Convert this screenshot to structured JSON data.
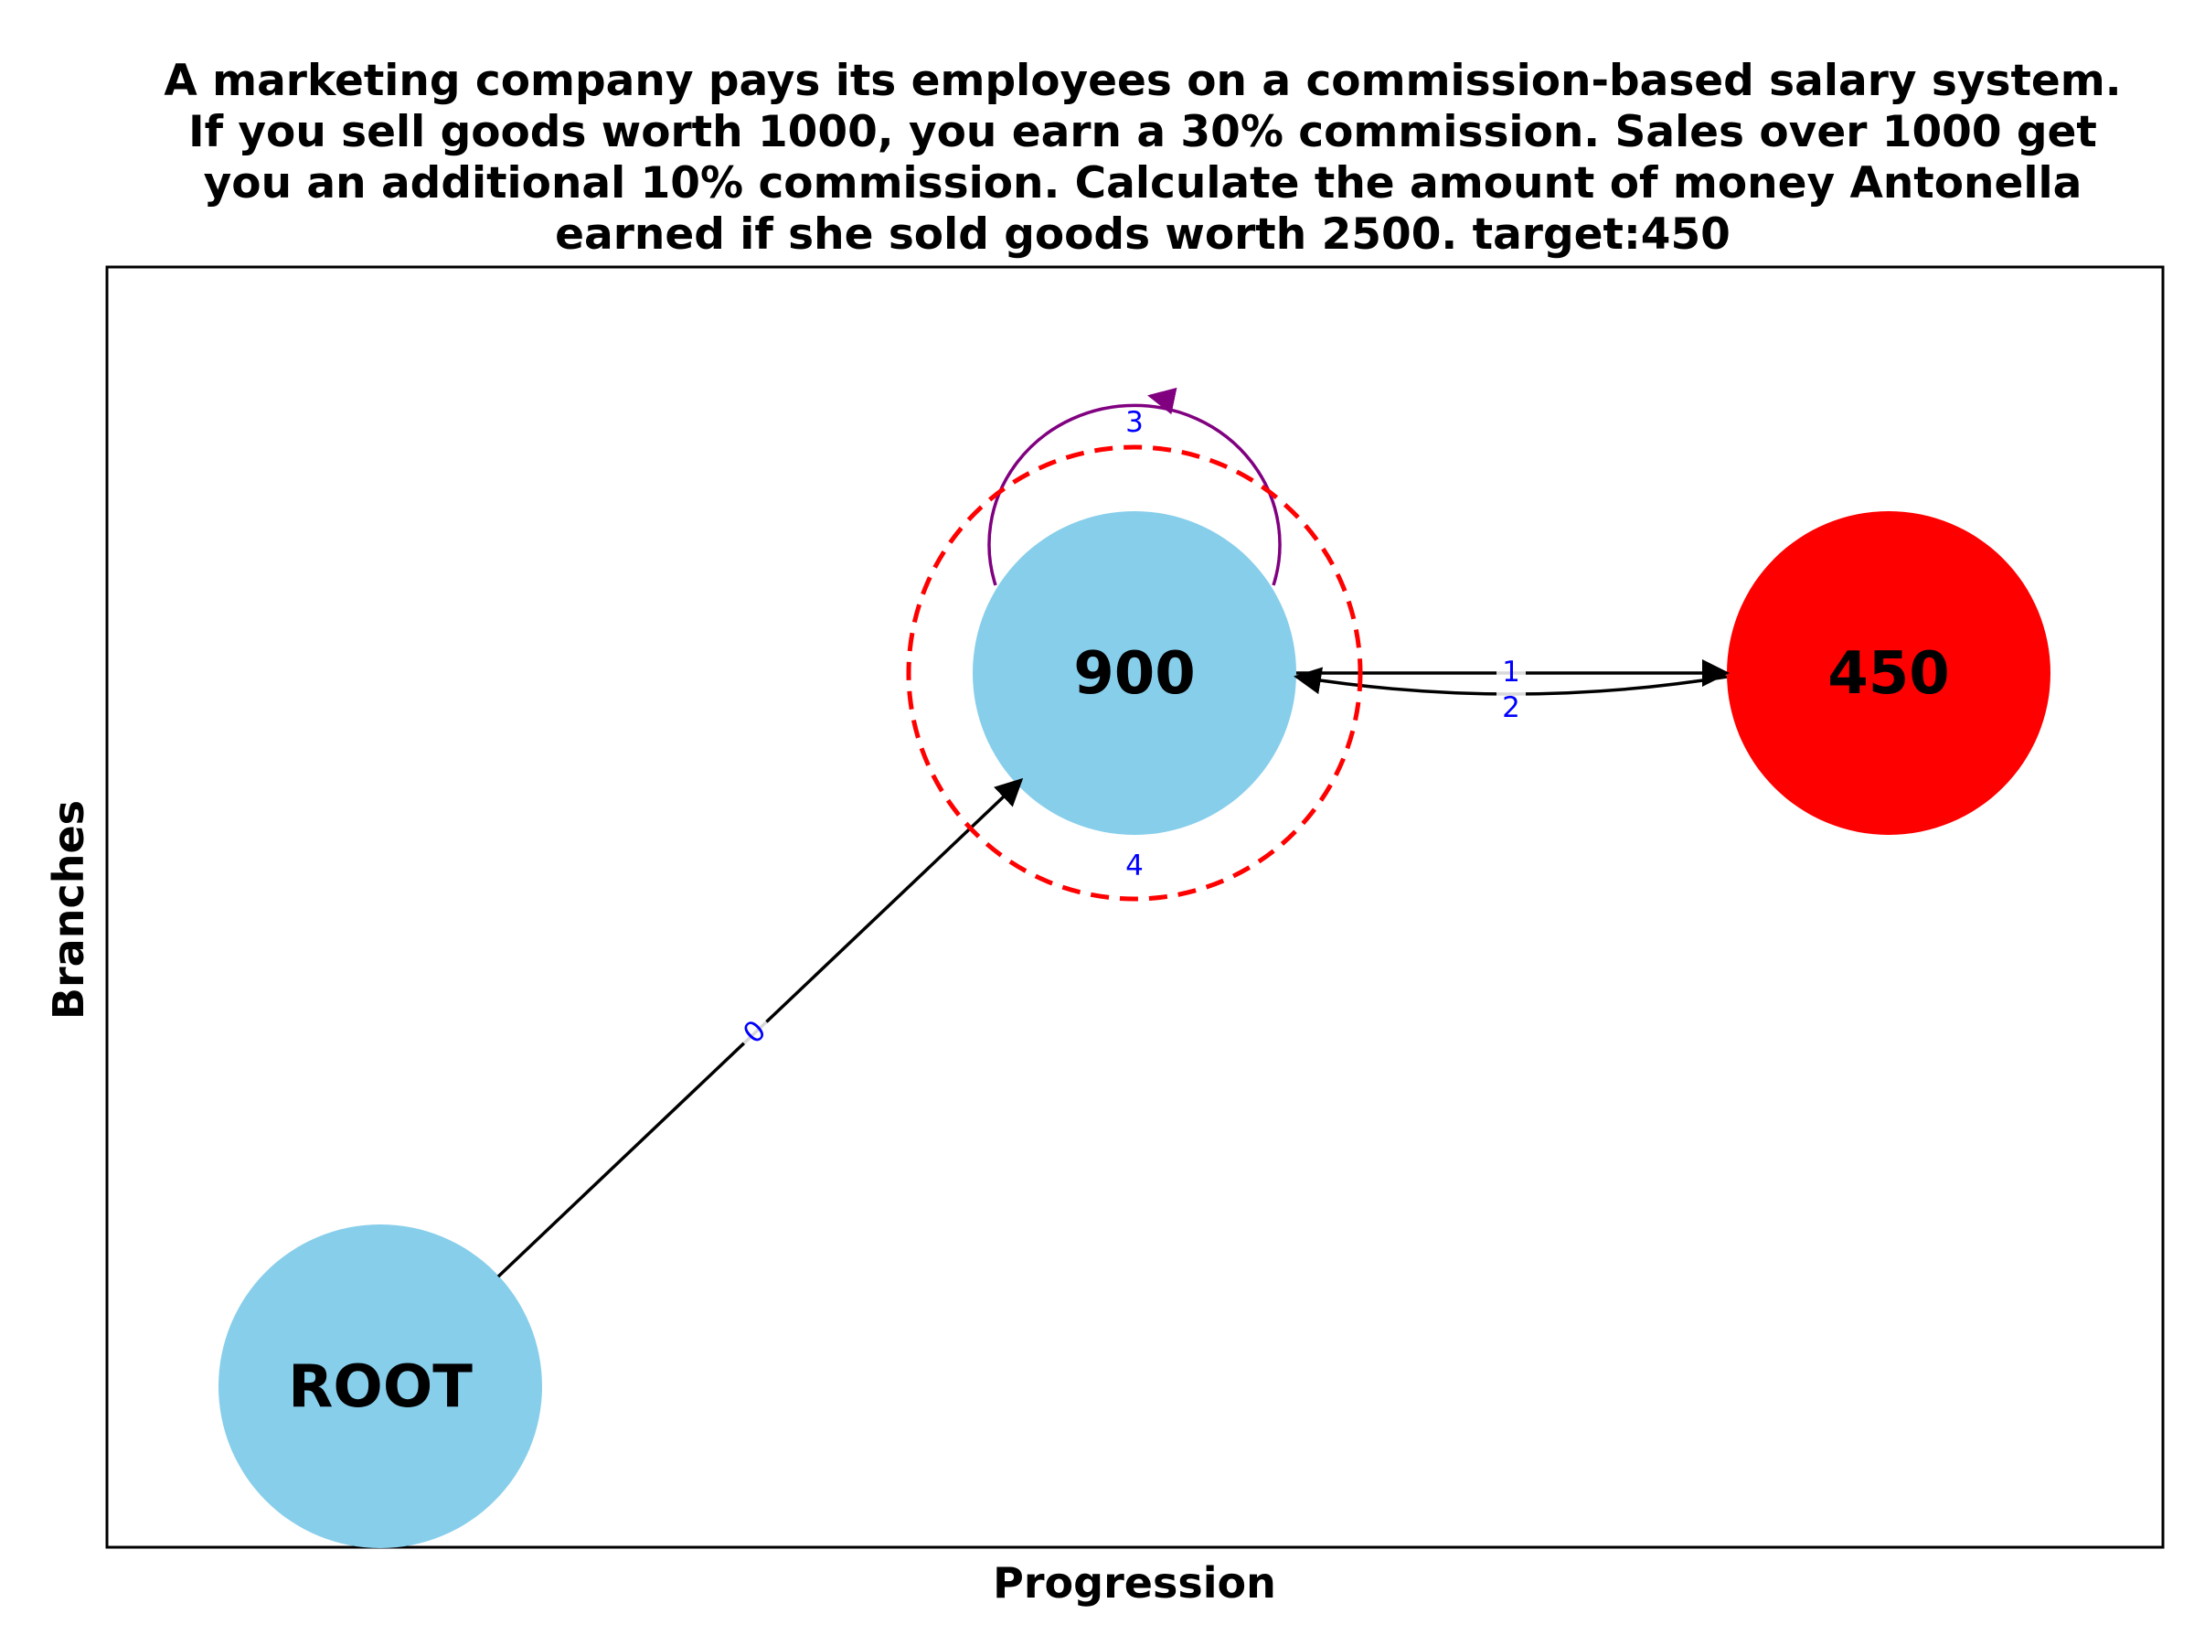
{
  "title_lines": [
    "A marketing company pays its employees on a commission-based salary system.",
    "If you sell goods worth 1000, you earn a 30% commission. Sales over 1000 get",
    "you an additional 10% commission. Calculate the amount of money Antonella",
    "earned if she sold goods worth 2500. target:450"
  ],
  "axes": {
    "xlabel": "Progression",
    "ylabel": "Branches"
  },
  "colors": {
    "node_default": "#87CEEB",
    "node_target": "#FF0000",
    "edge_default": "#000000",
    "edge_loop": "#800080",
    "edge_label": "#0000FF",
    "highlight_ring": "#FF0000"
  },
  "nodes": [
    {
      "id": "root",
      "label": "ROOT",
      "color": "#87CEEB"
    },
    {
      "id": "n900",
      "label": "900",
      "color": "#87CEEB"
    },
    {
      "id": "n450",
      "label": "450",
      "color": "#FF0000"
    }
  ],
  "edges": [
    {
      "label": "0",
      "from": "ROOT",
      "to": "900"
    },
    {
      "label": "1",
      "from": "900",
      "to": "450"
    },
    {
      "label": "2",
      "from": "450",
      "to": "900"
    },
    {
      "label": "3",
      "from": "900",
      "to": "900"
    },
    {
      "label": "4",
      "from": "900",
      "to": "900",
      "style": "dashed ring"
    }
  ]
}
